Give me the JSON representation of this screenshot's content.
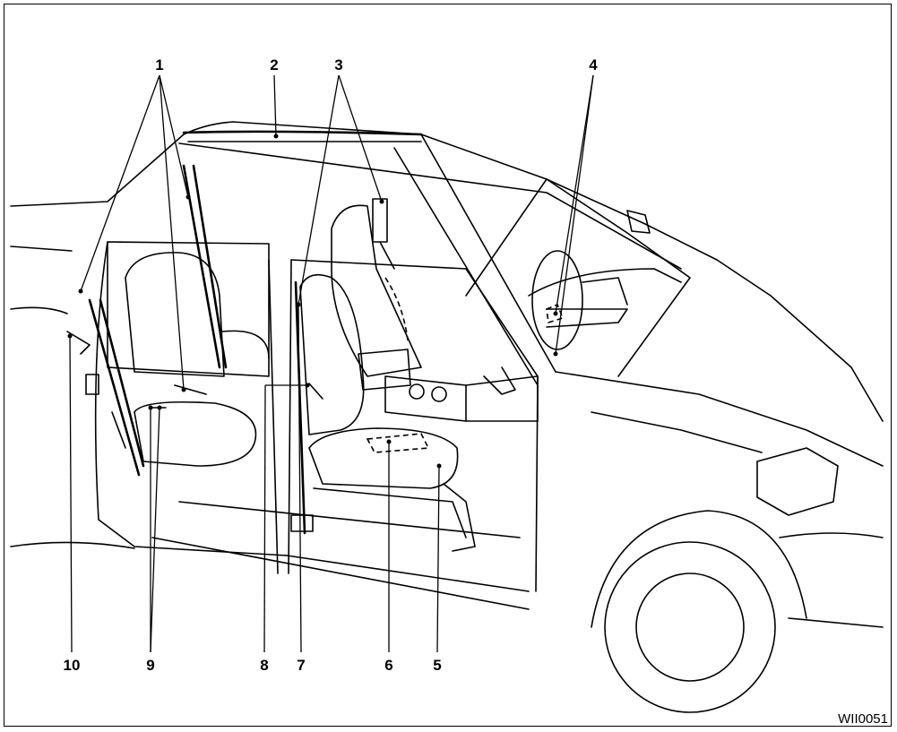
{
  "figure_code": "WII0051",
  "callouts": [
    "1",
    "2",
    "3",
    "4",
    "5",
    "6",
    "7",
    "8",
    "9",
    "10"
  ]
}
